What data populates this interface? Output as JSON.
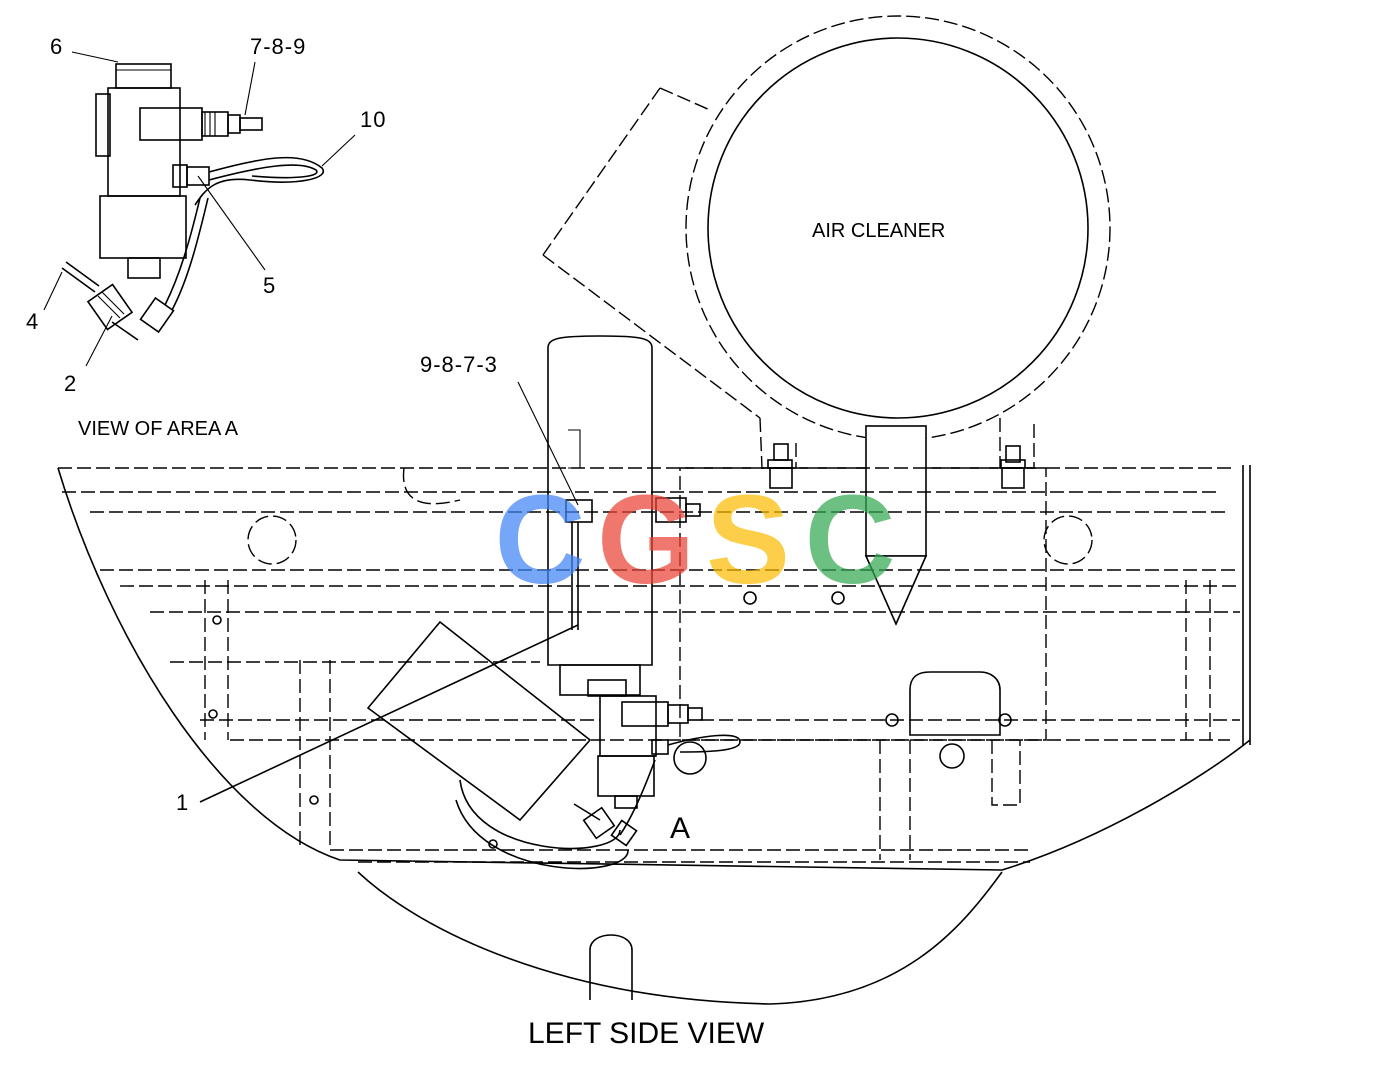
{
  "labels": {
    "callout_6": "6",
    "callout_789": "7-8-9",
    "callout_10": "10",
    "callout_5": "5",
    "callout_4": "4",
    "callout_2": "2",
    "callout_9873": "9-8-7-3",
    "callout_1": "1",
    "area_marker": "A",
    "air_cleaner": "AIR CLEANER",
    "view_area": "VIEW OF AREA  A",
    "main_view": "LEFT SIDE VIEW"
  },
  "watermark": {
    "letters": [
      "C",
      "G",
      "S",
      "C"
    ],
    "colors": [
      "#4285F4",
      "#EA4335",
      "#FBBC05",
      "#34A853"
    ]
  }
}
